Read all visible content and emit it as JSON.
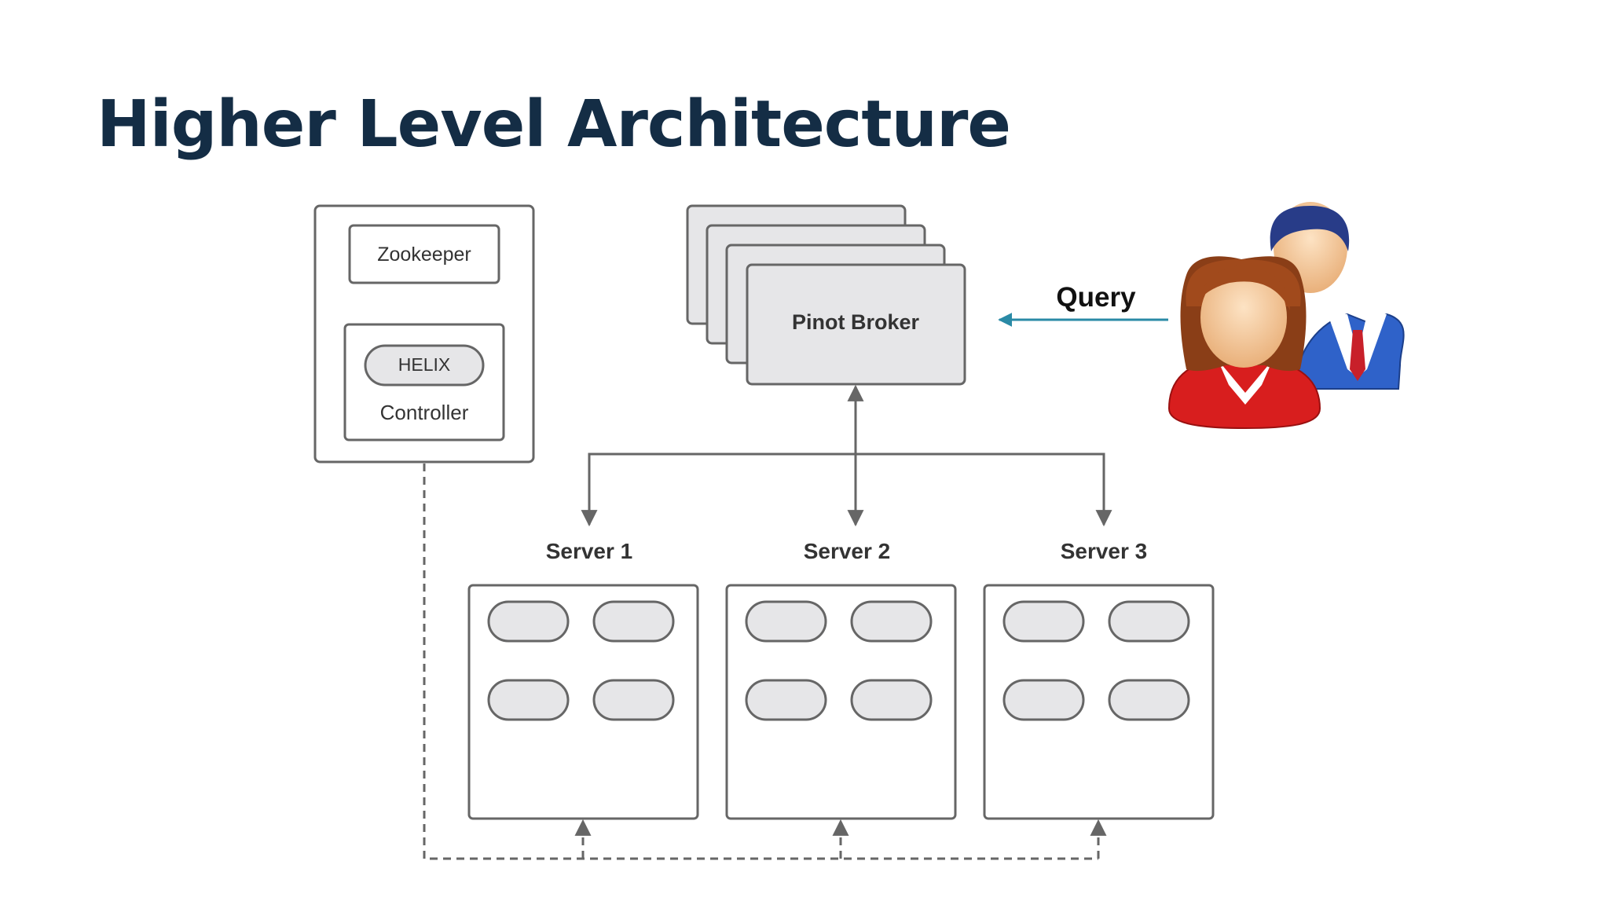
{
  "title": "Higher Level Architecture",
  "diagram": {
    "zookeeper": "Zookeeper",
    "helix": "HELIX",
    "controller": "Controller",
    "broker": "Pinot Broker",
    "query": "Query",
    "servers": [
      "Server 1",
      "Server 2",
      "Server 3"
    ]
  },
  "colors": {
    "title": "#142d45",
    "box_fill": "#e6e6e8",
    "stroke": "#666666",
    "query_arrow": "#2a8aa6"
  }
}
